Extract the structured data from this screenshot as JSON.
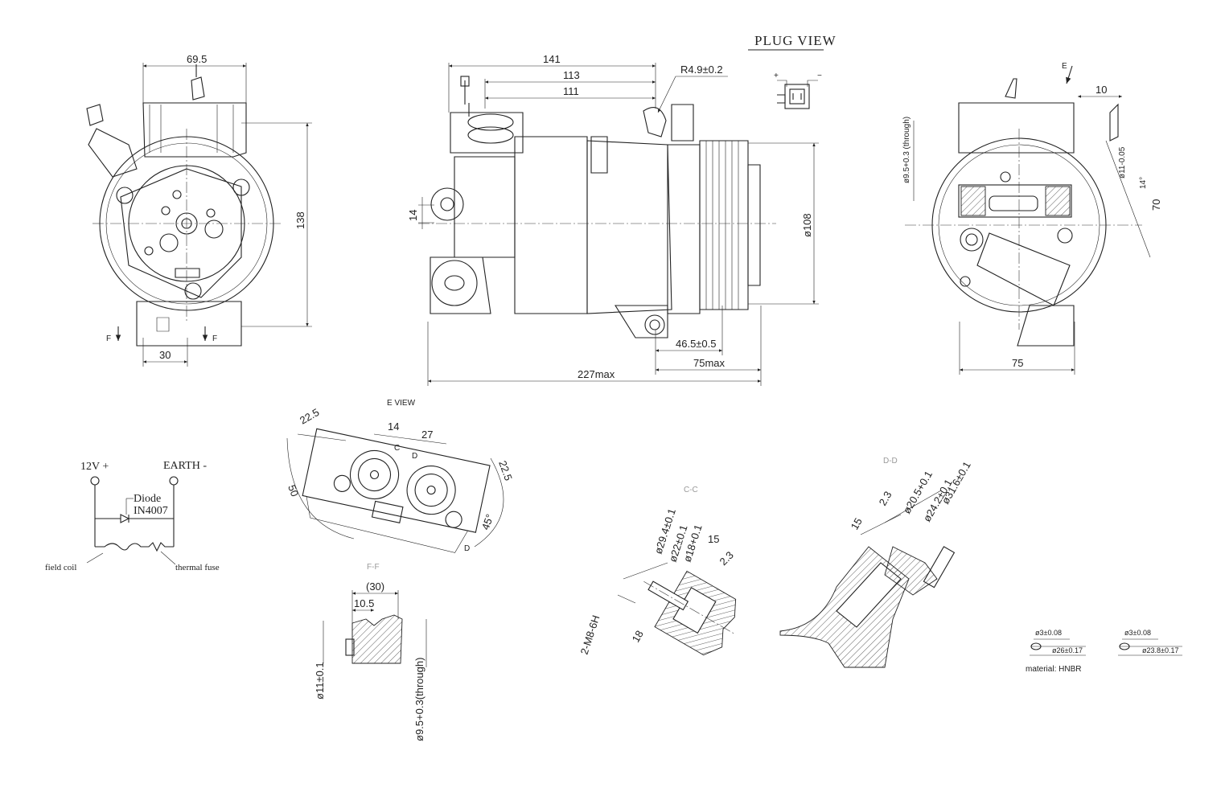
{
  "title": "PLUG VIEW",
  "front_view": {
    "dim_top": "69.5",
    "dim_height": "138",
    "dim_bottom": "30",
    "section_left": "F",
    "section_right": "F"
  },
  "side_view": {
    "dim_141": "141",
    "dim_113": "113",
    "dim_111": "111",
    "radius": "R4.9±0.2",
    "dim_14": "14",
    "dim_pulley": "ø108",
    "dim_46_5": "46.5±0.5",
    "dim_75max": "75max",
    "dim_227max": "227max"
  },
  "plug_view": {
    "plus": "+",
    "minus": "−"
  },
  "rear_view": {
    "section_e": "E",
    "dim_10": "10",
    "dim_through": "ø9.5+0.3 (through)",
    "dim_11": "ø11-0.05",
    "dim_14deg": "14°",
    "dim_70": "70",
    "dim_75": "75"
  },
  "e_view": {
    "label": "E VIEW",
    "dim_22_5_left": "22.5",
    "dim_14": "14",
    "dim_27": "27",
    "sec_c": "C",
    "sec_d_top": "D",
    "sec_d_bottom": "D",
    "dim_22_5_right": "22.5",
    "dim_50": "50",
    "dim_45": "45°"
  },
  "circuit": {
    "plus_label": "12V +",
    "earth_label": "EARTH -",
    "diode_label": "Diode",
    "diode_part": "IN4007",
    "field_coil": "field coil",
    "thermal_fuse": "thermal fuse"
  },
  "section_ff": {
    "label": "F-F",
    "dim_30": "(30)",
    "dim_10_5": "10.5",
    "dim_11": "ø11±0.1",
    "dim_through": "ø9.5+0.3(through)"
  },
  "section_cc": {
    "label": "C-C",
    "dim_29_4": "ø29.4±0.1",
    "dim_22": "ø22±0.1",
    "dim_18": "ø18+0.1",
    "dim_15": "15",
    "dim_2_3": "2.3",
    "thread": "2-M8-6H",
    "dim_18b": "18"
  },
  "section_dd": {
    "label": "D-D",
    "dim_15": "15",
    "dim_2_3": "2.3",
    "dim_20_5": "ø20.5+0.1",
    "dim_24_2": "ø24.2±0.1",
    "dim_31_6": "ø31.6±0.1"
  },
  "orings": {
    "ring1_wire": "ø3±0.08",
    "ring1_id": "ø26±0.17",
    "ring2_wire": "ø3±0.08",
    "ring2_id": "ø23.8±0.17",
    "material": "material: HNBR"
  }
}
